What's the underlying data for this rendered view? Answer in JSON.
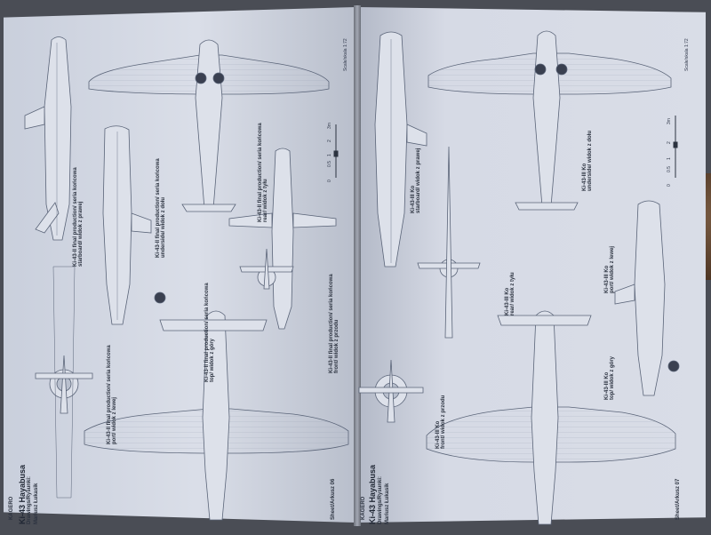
{
  "left_page": {
    "sheet_label": "Sheet/Arkusz 06",
    "title": "Ki-43 Hayabusa",
    "credits": [
      "Drawings/Rysunki:",
      "Mariusz Łukasik"
    ],
    "scale": "Scale/skala 1:72",
    "brand": "KAGERO",
    "view_labels": [
      "Ki-43-II final production/ seria końcowa\nstarboard/ widok z prawej",
      "Ki-43-II final production/ seria końcowa\nport/ widok z lewej",
      "Ki-43-II final production/ seria końcowa\nunderside/ widok z dołu",
      "Ki-43-II final production/ seria końcowa\nfront/ widok z przodu",
      "Ki-43-II final production/ seria końcowa\ntop/ widok z góry",
      "Ki-43-II final production/ seria końcowa\nrear/ widok z tyłu"
    ],
    "scale_ticks": [
      "0",
      "0.5",
      "1",
      "2",
      "3m"
    ]
  },
  "right_page": {
    "sheet_label": "Sheet/Arkusz 07",
    "title": "Ki-43 Hayabusa",
    "credits": [
      "Drawings/Rysunki:",
      "Mariusz Łukasik"
    ],
    "scale": "Scale/skala 1:72",
    "brand": "KAGERO",
    "view_labels": [
      "Ki-43-III Ko\nstarboard/ widok z prawej",
      "Ki-43-III Ko\nunderside/ widok z dołu",
      "Ki-43-III Ko\nport/ widok z lewej",
      "Ki-43-III Ko\nrear/ widok z tyłu",
      "Ki-43-III Ko\nfront/ widok z przodu",
      "Ki-43-III Ko\ntop/ widok z góry"
    ],
    "scale_ticks": [
      "0",
      "0.5",
      "1",
      "2",
      "3m"
    ]
  },
  "colors": {
    "paper": "#d6dae5",
    "line": "#5a6478",
    "ink": "#2c3340",
    "background": "#4a4d55"
  }
}
